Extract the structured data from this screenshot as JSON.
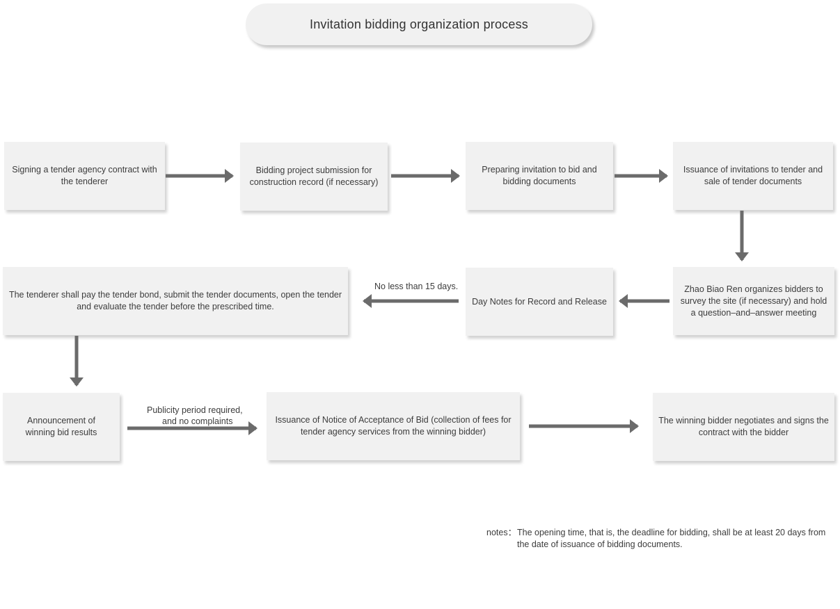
{
  "title": "Invitation bidding organization process",
  "steps": {
    "s1": "Signing a tender agency contract with the tenderer",
    "s2": "Bidding project submission for construction record (if necessary)",
    "s3": "Preparing invitation to bid and bidding documents",
    "s4": "Issuance of invitations to tender and sale of tender documents",
    "s5": "Zhao Biao Ren organizes bidders to survey the site (if necessary) and hold a question–and–answer meeting",
    "s6": "Day Notes for Record and Release",
    "s7": "The tenderer shall pay the tender bond, submit the tender documents, open the tender and evaluate the tender before the prescribed time.",
    "s8": "Announcement of winning bid results",
    "s9": "Issuance of Notice of Acceptance of Bid (collection of fees for tender agency services from the winning bidder)",
    "s10": "The winning bidder negotiates and signs the contract with the bidder"
  },
  "edge_labels": {
    "days15": "No less than 15 days.",
    "publicity_line1": "Publicity period required,",
    "publicity_line2": "and no complaints"
  },
  "notes": {
    "tag": "notes：",
    "text": "The opening time, that is, the deadline for bidding, shall be at least 20 days from the date of issuance of bidding documents."
  },
  "colors": {
    "box_fill": "#f1f1f1",
    "arrow": "#6b6b6b"
  }
}
